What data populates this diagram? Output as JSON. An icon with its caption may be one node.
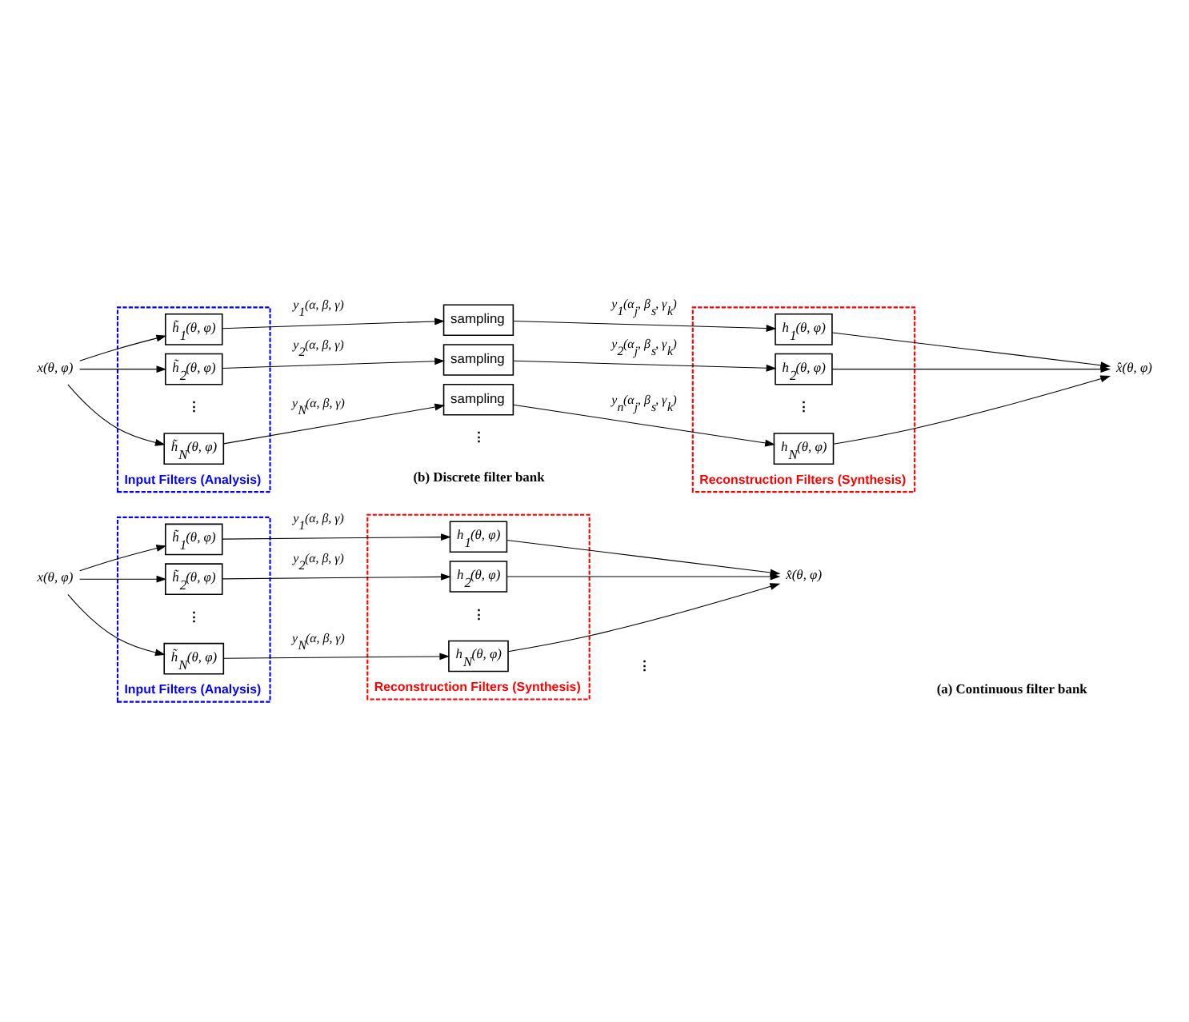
{
  "diagram": {
    "nodes": [
      {
        "text": [
          "x(θ, φ)"
        ]
      },
      {
        "text": [
          "Input Filters (Analysis)"
        ]
      },
      {
        "text": [
          "h̃$_{1}$(θ, φ)"
        ],
        "in": 1
      },
      {
        "text": [
          "h̃$_{2}$(θ, φ)"
        ],
        "in": 1
      },
      {
        "text": [
          "h̃$_{N}$(θ, φ)"
        ],
        "in": 1
      },
      {
        "text": [
          "Reconstruction Filters (Synthesis)"
        ]
      },
      {
        "text": [
          "h$_{1}$(θ, φ)"
        ],
        "in": 5
      },
      {
        "text": [
          "h$_{2}$(θ, φ)"
        ],
        "in": 5
      },
      {
        "text": [
          "h$_{N}$(θ, φ)"
        ],
        "in": 5
      },
      {
        "text": [
          "x̂(θ, φ)"
        ]
      },
      {
        "text": [
          "x(θ, φ)"
        ]
      },
      {
        "text": [
          "Input Filters (Analysis)"
        ]
      },
      {
        "text": [
          "h̃$_{1}$(θ, φ)"
        ],
        "in": 11
      },
      {
        "text": [
          "h̃$_{2}$(θ, φ)"
        ],
        "in": 11
      },
      {
        "text": [
          "h̃$_{N}$(θ, φ)"
        ],
        "in": 11
      },
      {
        "text": [
          "sampling"
        ]
      },
      {
        "text": [
          "sampling"
        ]
      },
      {
        "text": [
          "sampling"
        ]
      },
      {
        "text": [
          "Reconstruction Filters (Synthesis)"
        ]
      },
      {
        "text": [
          "h$_{1}$(θ, φ)"
        ],
        "in": 18
      },
      {
        "text": [
          "h$_{2}$(θ, φ)"
        ],
        "in": 18
      },
      {
        "text": [
          "h$_{N}$(θ, φ)"
        ],
        "in": 18
      },
      {
        "text": [
          "x̂(θ, φ)"
        ]
      }
    ],
    "edges": [
      {
        "from": 0,
        "to": 2,
        "arrow": "to"
      },
      {
        "from": 0,
        "to": 3,
        "arrow": "to"
      },
      {
        "from": 0,
        "to": 4,
        "arrow": "to"
      },
      {
        "from": 2,
        "to": 6,
        "arrow": "to",
        "label": "y$_{1}$(α, β, γ)"
      },
      {
        "from": 3,
        "to": 7,
        "arrow": "to",
        "label": "y$_{2}$(α, β, γ)"
      },
      {
        "from": 4,
        "to": 8,
        "arrow": "to",
        "label": "y$_{N}$(α, β, γ)"
      },
      {
        "from": 6,
        "to": 9,
        "arrow": "to"
      },
      {
        "from": 7,
        "to": 9,
        "arrow": "to"
      },
      {
        "from": 8,
        "to": 9,
        "arrow": "to"
      },
      {
        "from": 10,
        "to": 12,
        "arrow": "to"
      },
      {
        "from": 10,
        "to": 13,
        "arrow": "to"
      },
      {
        "from": 10,
        "to": 14,
        "arrow": "to"
      },
      {
        "from": 12,
        "to": 15,
        "arrow": "to",
        "label": "y$_{1}$(α, β, γ)"
      },
      {
        "from": 13,
        "to": 16,
        "arrow": "to",
        "label": "y$_{2}$(α, β, γ)"
      },
      {
        "from": 14,
        "to": 17,
        "arrow": "to",
        "label": "y$_{N}$(α, β, γ)"
      },
      {
        "from": 15,
        "to": 19,
        "arrow": "to",
        "label": "y$_{1}$(α$_{j}$, β$_{s}$, γ$_{k}$)"
      },
      {
        "from": 16,
        "to": 20,
        "arrow": "to",
        "label": "y$_{2}$(α$_{j}$, β$_{s}$, γ$_{k}$)"
      },
      {
        "from": 17,
        "to": 21,
        "arrow": "to",
        "label": "y$_{n}$(α$_{j}$, β$_{s}$, γ$_{k}$)"
      },
      {
        "from": 19,
        "to": 22,
        "arrow": "to"
      },
      {
        "from": 20,
        "to": 22,
        "arrow": "to"
      },
      {
        "from": 21,
        "to": 22,
        "arrow": "to"
      }
    ],
    "labels": [
      "⋮",
      "⋮",
      "⋮",
      "(a) Continuous filter bank",
      "⋮",
      "⋮",
      "⋮",
      "(b) Discrete filter bank"
    ]
  }
}
